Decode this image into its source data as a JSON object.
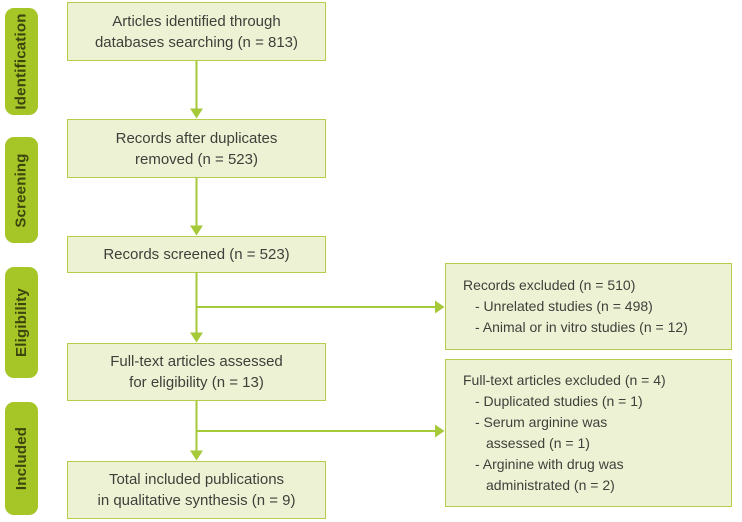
{
  "colors": {
    "accent": "#a6c527",
    "stage_text": "#3d450f",
    "box_fill": "#eef2d5",
    "box_border": "#b7cc4b",
    "line": "#a6c93a",
    "box_text": "#40403a",
    "bg": "#ffffff"
  },
  "stages": [
    {
      "label": "Identification"
    },
    {
      "label": "Screening"
    },
    {
      "label": "Eligibility"
    },
    {
      "label": "Included"
    }
  ],
  "flow_boxes": [
    {
      "name": "identified",
      "n": 813,
      "lines": [
        "Articles identified through",
        "databases searching (n = 813)"
      ]
    },
    {
      "name": "after_duplicates_removed",
      "n": 523,
      "lines": [
        "Records after duplicates",
        "removed (n = 523)"
      ]
    },
    {
      "name": "screened",
      "n": 523,
      "lines": [
        "Records screened (n = 523)"
      ]
    },
    {
      "name": "fulltext_assessed",
      "n": 13,
      "lines": [
        "Full-text articles assessed",
        "for eligibility (n = 13)"
      ]
    },
    {
      "name": "included_qualitative_synthesis",
      "n": 9,
      "lines": [
        "Total included publications",
        "in qualitative synthesis (n = 9)"
      ]
    }
  ],
  "exclusion_boxes": [
    {
      "name": "records_excluded",
      "n": 510,
      "lines": [
        {
          "text": "Records excluded (n = 510)",
          "indent": 0
        },
        {
          "text": "- Unrelated studies (n = 498)",
          "indent": 1
        },
        {
          "text": "- Animal or in vitro studies (n = 12)",
          "indent": 1
        }
      ]
    },
    {
      "name": "fulltext_excluded",
      "n": 4,
      "lines": [
        {
          "text": "Full-text articles excluded (n = 4)",
          "indent": 0
        },
        {
          "text": "- Duplicated studies (n = 1)",
          "indent": 1
        },
        {
          "text": "- Serum arginine was",
          "indent": 1
        },
        {
          "text": "assessed (n = 1)",
          "indent": 2
        },
        {
          "text": "- Arginine with drug was",
          "indent": 1
        },
        {
          "text": "administrated (n = 2)",
          "indent": 2
        }
      ]
    }
  ]
}
